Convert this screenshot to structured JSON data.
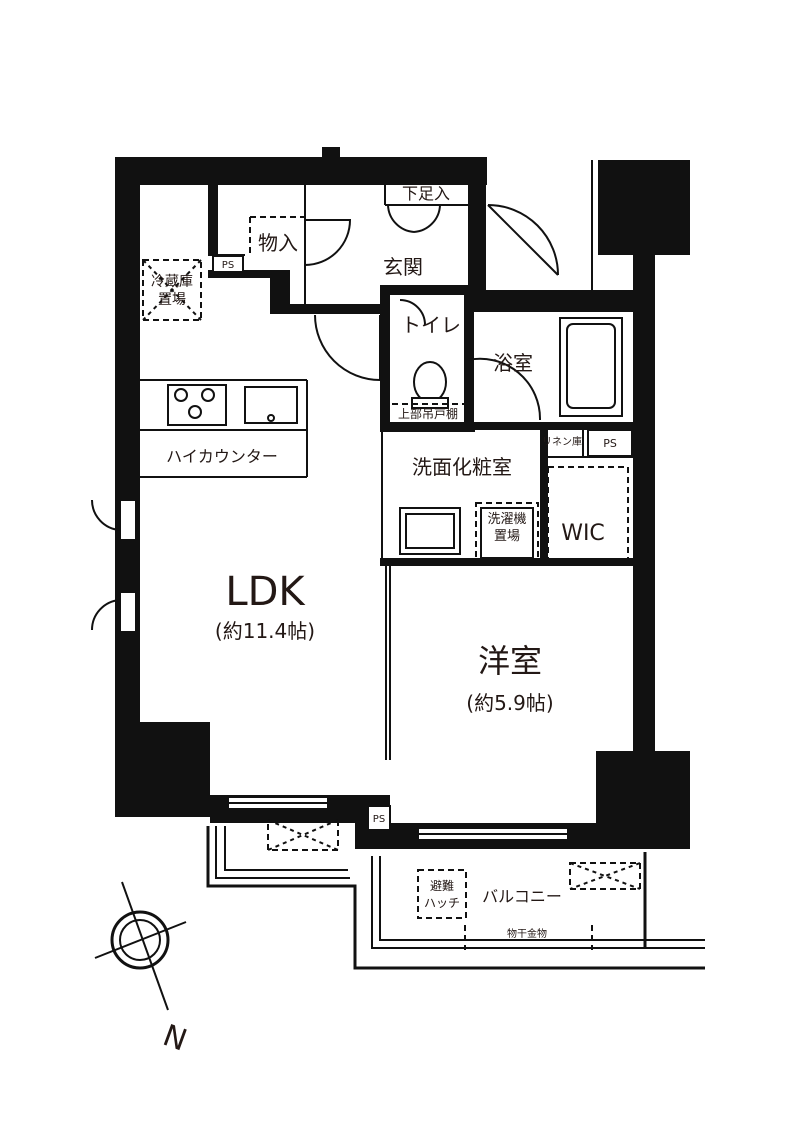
{
  "rooms": {
    "ldk": {
      "name": "LDK",
      "size": "(約11.4帖)"
    },
    "western": {
      "name": "洋室",
      "size": "(約5.9帖)"
    },
    "entrance": "玄関",
    "storage": "物入",
    "shoe_box": "下足入",
    "toilet": "トイレ",
    "upper_shelf": "上部吊戸棚",
    "bath": "浴室",
    "linen": "リネン庫",
    "washroom": "洗面化粧室",
    "washer_line1": "洗濯機",
    "washer_line2": "置場",
    "wic": "WIC",
    "fridge_line1": "冷蔵庫",
    "fridge_line2": "置場",
    "high_counter": "ハイカウンター",
    "balcony": "バルコニー",
    "hatch_line1": "避難",
    "hatch_line2": "ハッチ",
    "clothes_rack": "物干金物"
  },
  "ps_labels": [
    "PS",
    "PS",
    "PS"
  ],
  "compass": {
    "label": "N"
  },
  "colors": {
    "wall": "#111111",
    "text": "#231815",
    "background": "#ffffff"
  }
}
